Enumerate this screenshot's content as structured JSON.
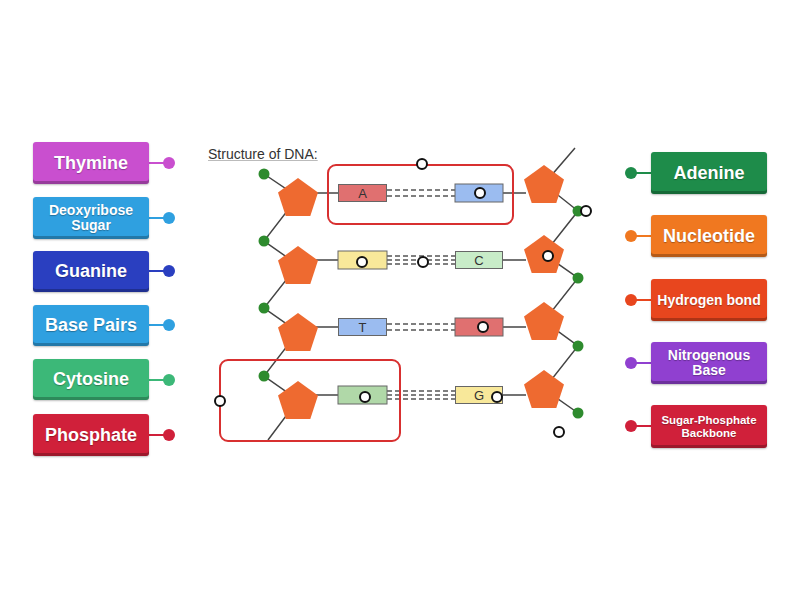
{
  "diagram": {
    "title": "Structure of DNA:",
    "nodes": [
      {
        "text": [
          "Thymine"
        ]
      },
      {
        "text": [
          "Deoxyribose Sugar"
        ]
      },
      {
        "text": [
          "Guanine"
        ]
      },
      {
        "text": [
          "Base Pairs"
        ]
      },
      {
        "text": [
          "Cytosine"
        ]
      },
      {
        "text": [
          "Phosphate"
        ]
      },
      {
        "text": [
          "A"
        ]
      },
      {
        "text": [
          "C"
        ]
      },
      {
        "text": [
          "T"
        ]
      },
      {
        "text": [
          "G"
        ]
      },
      {
        "text": [
          "Adenine"
        ]
      },
      {
        "text": [
          "Nucleotide"
        ]
      },
      {
        "text": [
          "Hydrogen bond"
        ]
      },
      {
        "text": [
          "Nitrogenous Base"
        ]
      },
      {
        "text": [
          "Sugar-Phosphate Backbone"
        ]
      }
    ]
  }
}
